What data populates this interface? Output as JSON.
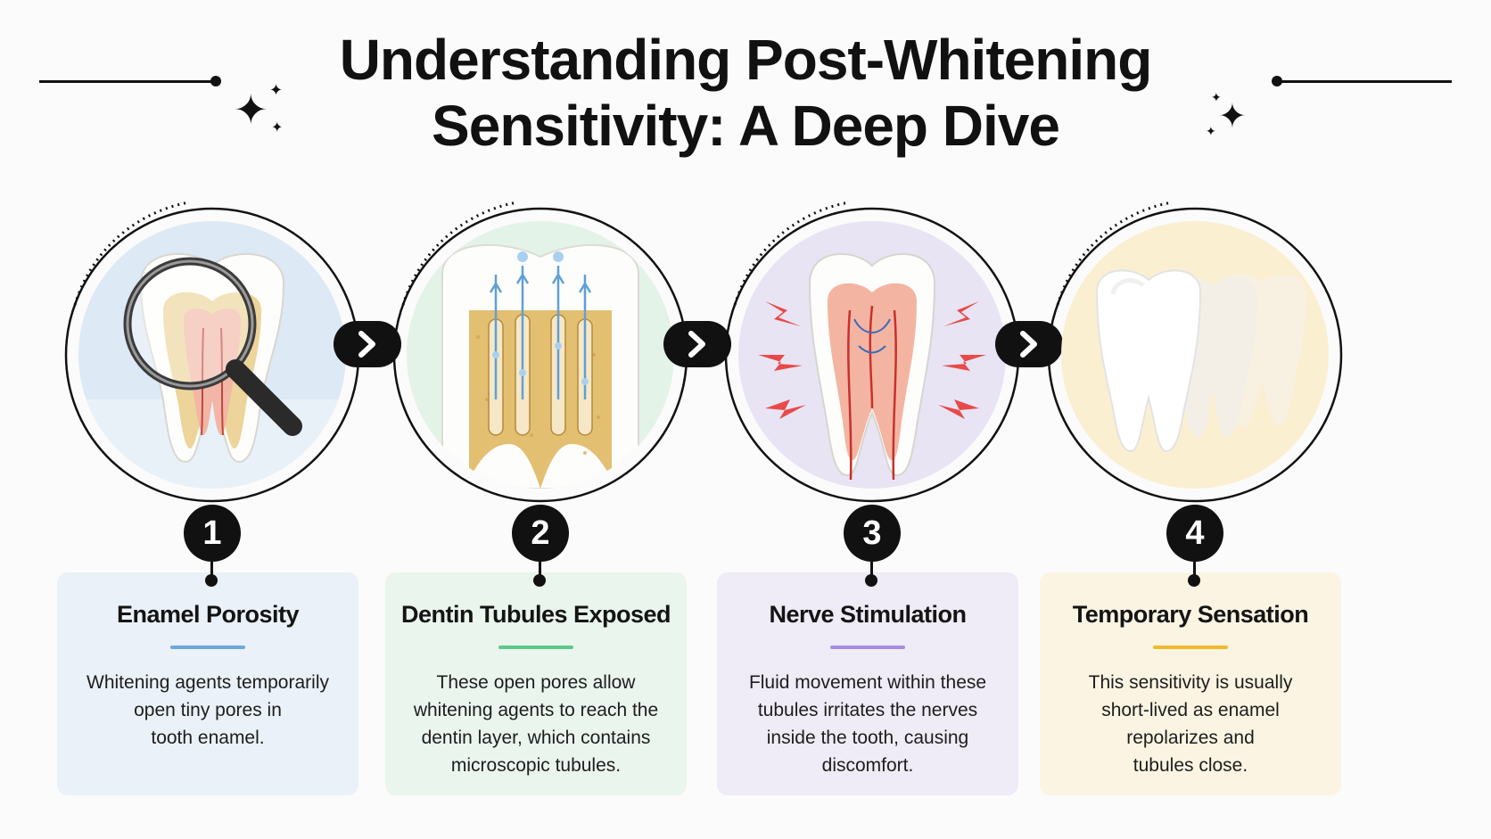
{
  "title": {
    "line1": "Understanding Post-Whitening",
    "line2": "Sensitivity: A Deep Dive"
  },
  "colors": {
    "ink": "#111111",
    "step1_bg": "#dbe8f3",
    "step2_bg": "#e1f2e6",
    "step3_bg": "#e8e4f4",
    "step4_bg": "#fbefd2",
    "step1_accent": "#6ea8dc",
    "step2_accent": "#5cc98a",
    "step3_accent": "#a68de0",
    "step4_accent": "#f0bb2c"
  },
  "steps": [
    {
      "number": "1",
      "title": "Enamel Porosity",
      "body": "Whitening agents temporarily\nopen tiny pores in\ntooth enamel.",
      "icon": "magnifier-tooth-icon"
    },
    {
      "number": "2",
      "title": "Dentin Tubules Exposed",
      "body": "These open pores allow\nwhitening agents to reach the\ndentin layer, which contains\nmicroscopic tubules.",
      "icon": "dentin-tubules-icon"
    },
    {
      "number": "3",
      "title": "Nerve Stimulation",
      "body": "Fluid movement within these\ntubules irritates the nerves\ninside the tooth, causing\ndiscomfort.",
      "icon": "nerve-tooth-icon"
    },
    {
      "number": "4",
      "title": "Temporary Sensation",
      "body": "This sensitivity is usually\nshort-lived as enamel\nrepolarizes and\ntubules close.",
      "icon": "healthy-teeth-icon"
    }
  ]
}
